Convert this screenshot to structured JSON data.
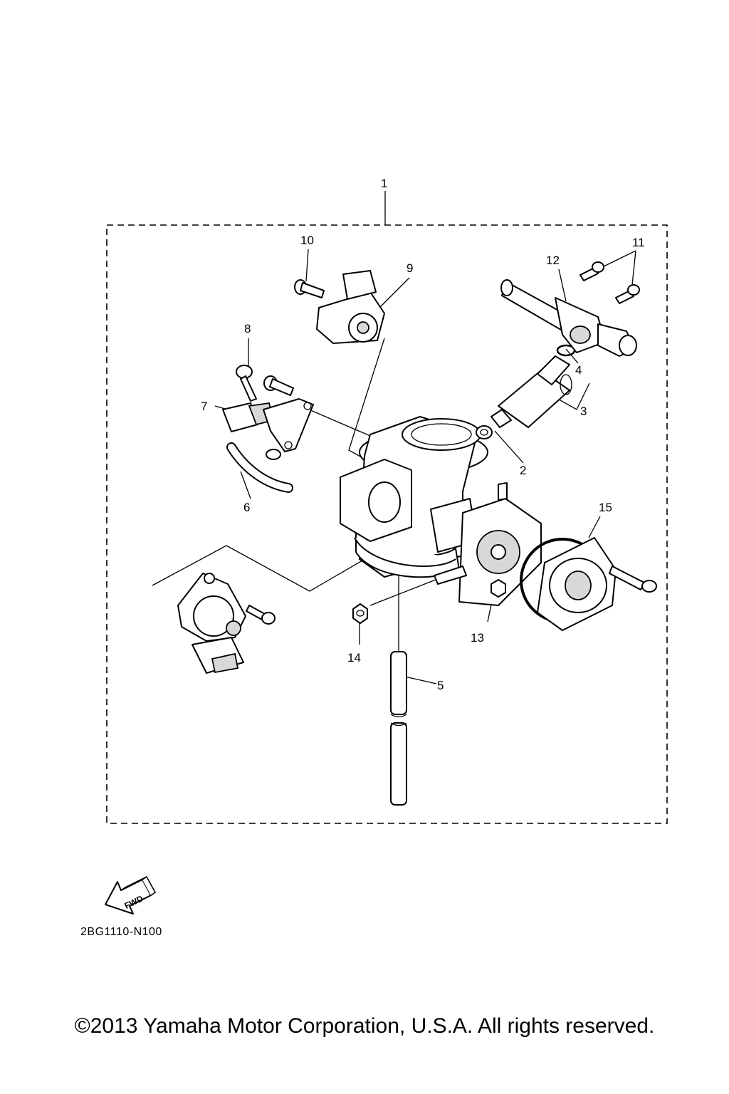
{
  "callouts": [
    {
      "id": "1",
      "text": "1"
    },
    {
      "id": "2",
      "text": "2"
    },
    {
      "id": "3",
      "text": "3"
    },
    {
      "id": "4",
      "text": "4"
    },
    {
      "id": "5",
      "text": "5"
    },
    {
      "id": "6",
      "text": "6"
    },
    {
      "id": "7",
      "text": "7"
    },
    {
      "id": "8",
      "text": "8"
    },
    {
      "id": "9",
      "text": "9"
    },
    {
      "id": "10",
      "text": "10"
    },
    {
      "id": "11",
      "text": "11"
    },
    {
      "id": "12",
      "text": "12"
    },
    {
      "id": "13",
      "text": "13"
    },
    {
      "id": "14",
      "text": "14"
    },
    {
      "id": "15",
      "text": "15"
    }
  ],
  "fwd_arrow": {
    "text": "FWD"
  },
  "diagram_code": "2BG1110-N100",
  "copyright": "©2013 Yamaha Motor Corporation, U.S.A. All rights reserved."
}
